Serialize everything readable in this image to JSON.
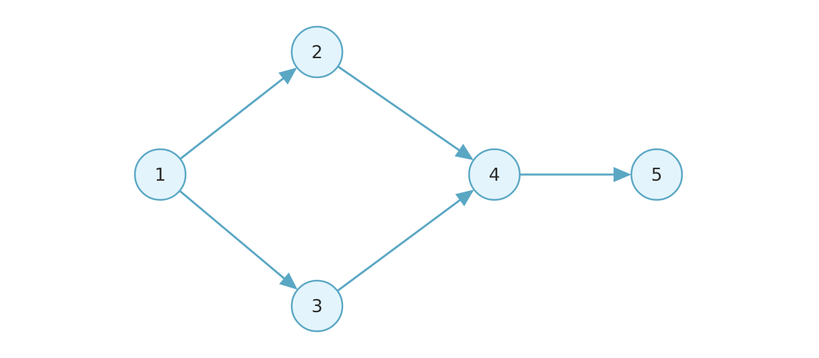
{
  "colors": {
    "node_fill": "#e3f4fc",
    "node_stroke": "#5aa7c4",
    "edge": "#5aa7c4",
    "label": "#2b2b2b"
  },
  "nodes": [
    {
      "id": "1",
      "label": "1"
    },
    {
      "id": "2",
      "label": "2"
    },
    {
      "id": "3",
      "label": "3"
    },
    {
      "id": "4",
      "label": "4"
    },
    {
      "id": "5",
      "label": "5"
    }
  ],
  "edges": [
    {
      "from": "1",
      "to": "2"
    },
    {
      "from": "1",
      "to": "3"
    },
    {
      "from": "2",
      "to": "4"
    },
    {
      "from": "3",
      "to": "4"
    },
    {
      "from": "4",
      "to": "5"
    }
  ]
}
